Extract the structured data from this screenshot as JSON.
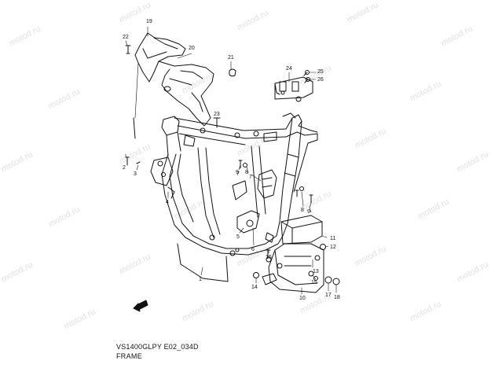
{
  "watermark": "motod.ru",
  "drawing_code": "VS1400GLPY E02_034D",
  "section_title": "FRAME",
  "callouts": {
    "c1": "1",
    "c2": "2",
    "c3": "3",
    "c4": "4",
    "c5": "5",
    "c6": "6",
    "c7": "7",
    "c7b": "7",
    "c8": "8",
    "c8b": "8",
    "c9": "9",
    "c9b": "9",
    "c10": "10",
    "c11": "11",
    "c12": "12",
    "c13": "13",
    "c14": "14",
    "c15": "15",
    "c16": "16",
    "c17": "17",
    "c18": "18",
    "c19": "19",
    "c20": "20",
    "c21": "21",
    "c22": "22",
    "c23": "23",
    "c24": "24",
    "c25": "25",
    "c26": "26"
  }
}
